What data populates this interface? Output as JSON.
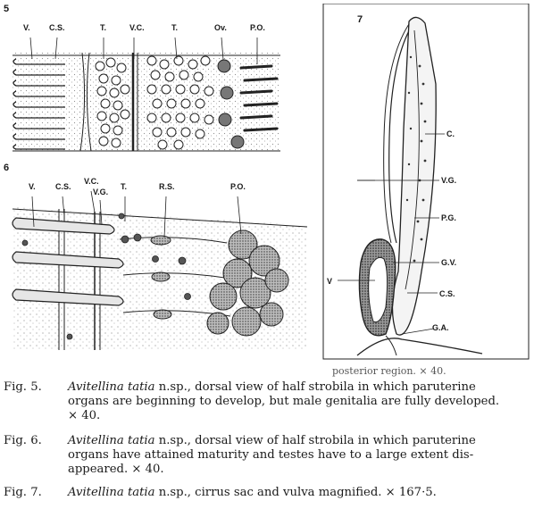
{
  "figures": {
    "fig5": {
      "number": "5",
      "labels": {
        "v": "V.",
        "cs": "C.S.",
        "t1": "T.",
        "vc": "V.C.",
        "t2": "T.",
        "ov": "Ov.",
        "po": "P.O."
      }
    },
    "fig6": {
      "number": "6",
      "labels": {
        "v": "V.",
        "cs": "C.S.",
        "vc": "V.C.",
        "vg": "V.G.",
        "t": "T.",
        "rs": "R.S.",
        "po": "P.O."
      }
    },
    "fig7": {
      "number": "7",
      "labels": {
        "c": "C.",
        "vg": "V.G.",
        "pg": "P.G.",
        "gv": "G.V.",
        "v": "V",
        "cs": "C.S.",
        "ga": "G.A."
      },
      "cut_text": "posterior region. × 40."
    }
  },
  "captions": [
    {
      "fig": "Fig. 5.",
      "species": "Avitellina tatia",
      "line1": " n.sp., dorsal view of half strobila in which paruterine",
      "line2": "organs are beginning to develop, but male genitalia are fully developed.",
      "line3": "× 40."
    },
    {
      "fig": "Fig. 6.",
      "species": "Avitellina tatia",
      "line1": " n.sp., dorsal view of half strobila in which paruterine",
      "line2": "organs have attained maturity and testes have to a large extent dis-",
      "line3": "appeared. × 40."
    },
    {
      "fig": "Fig. 7.",
      "species": "Avitellina tatia",
      "line1": " n.sp., cirrus sac and vulva magnified. × 167·5."
    }
  ]
}
